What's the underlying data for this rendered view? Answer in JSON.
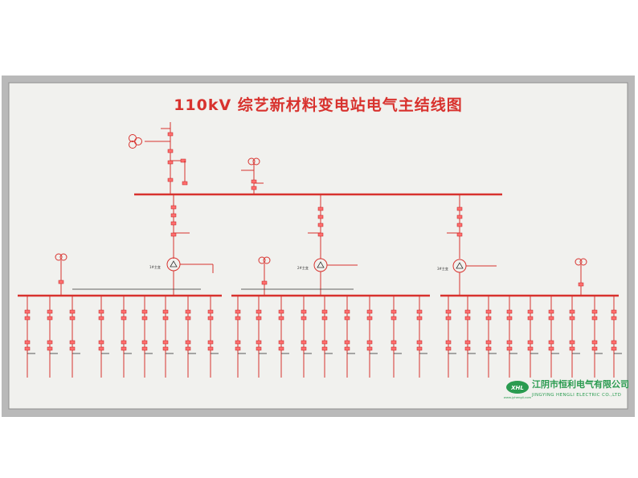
{
  "title": "110kV 综艺新材料变电站电气主结线图",
  "company": {
    "logo_text": "XHL",
    "name_cn": "江阴市恒利电气有限公司",
    "name_en": "JINGYING HENGLI ELECTRIC CO.,LTD",
    "website": "www.jyhengli.com"
  },
  "colors": {
    "frame": "#b9b9b9",
    "panel": "#f1f1ee",
    "line": "#d8322e",
    "switch": "#ff6f6f",
    "brand_green": "#2a9b50"
  },
  "transformers": [
    {
      "label": "1#主变"
    },
    {
      "label": "2#主变"
    },
    {
      "label": "3#主变"
    }
  ]
}
